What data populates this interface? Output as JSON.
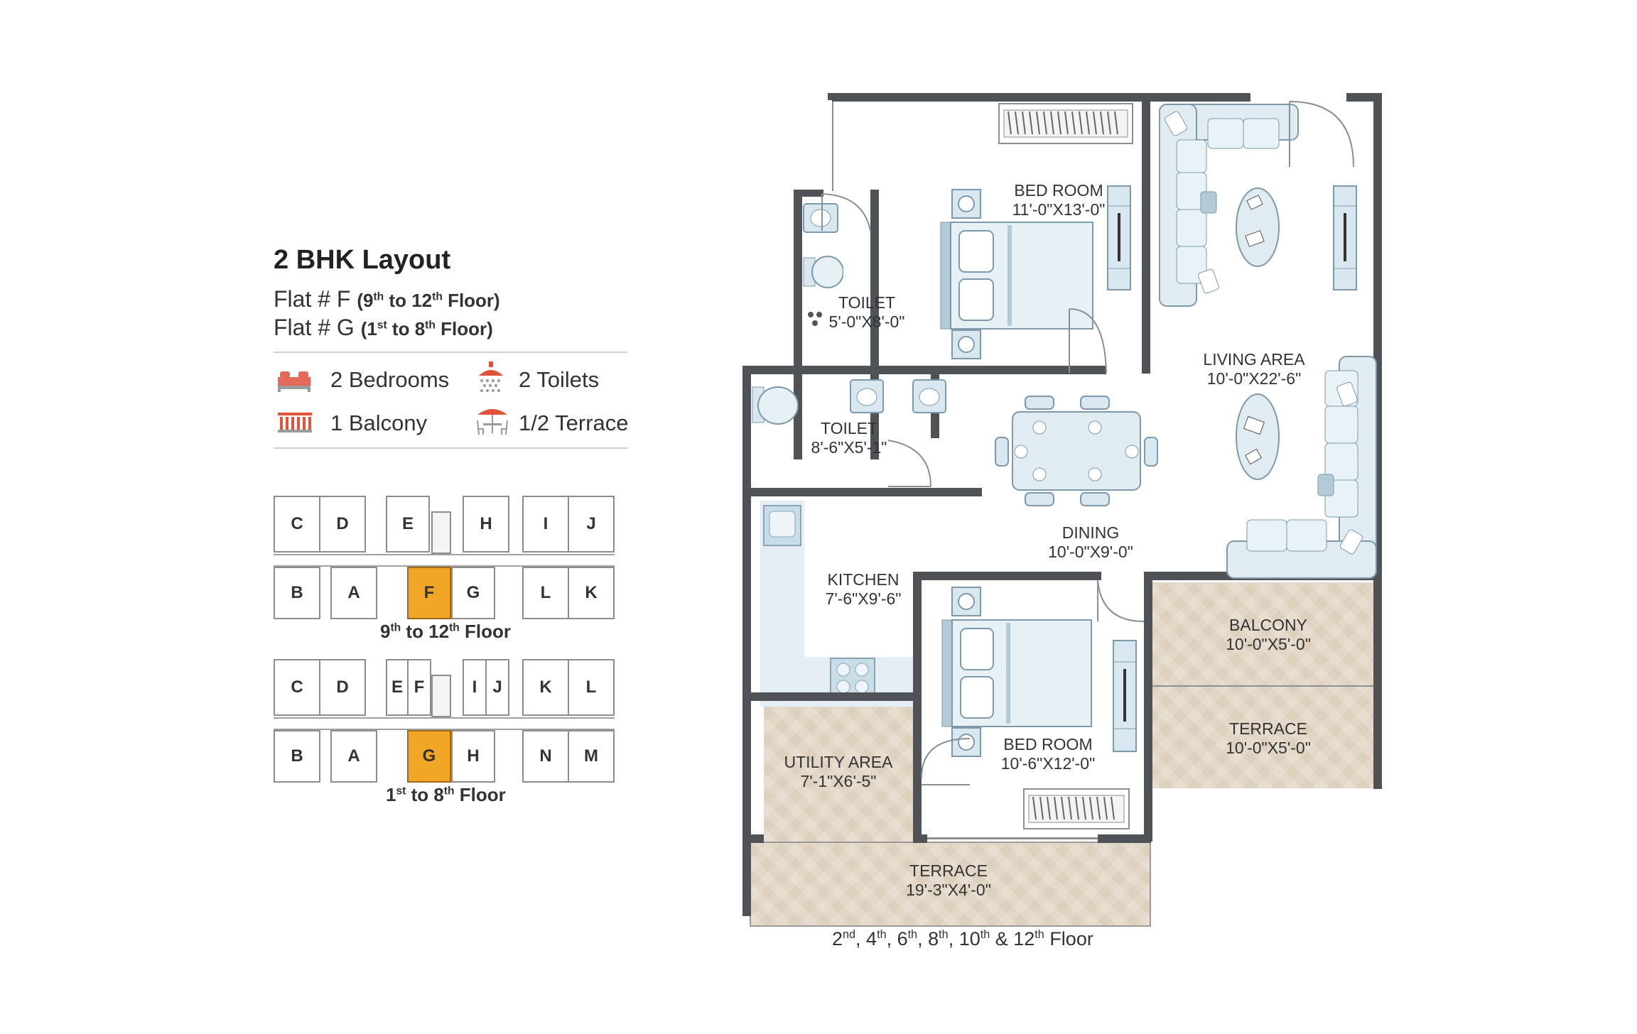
{
  "header": {
    "title": "2 BHK Layout",
    "flat_f_prefix": "Flat # F",
    "flat_f_floor_a": "(9",
    "flat_f_sup_a": "th",
    "flat_f_floor_b": " to 12",
    "flat_f_sup_b": "th",
    "flat_f_floor_c": " Floor)",
    "flat_g_prefix": "Flat # G",
    "flat_g_floor_a": "(1",
    "flat_g_sup_a": "st",
    "flat_g_floor_b": " to 8",
    "flat_g_sup_b": "th",
    "flat_g_floor_c": " Floor)"
  },
  "features": {
    "bedrooms": "2 Bedrooms",
    "toilets": "2 Toilets",
    "balcony": "1 Balcony",
    "terrace": "1/2 Terrace"
  },
  "keyplan_upper": {
    "top_units": [
      "C",
      "D",
      "E",
      "H",
      "I",
      "J"
    ],
    "bottom_units": [
      "B",
      "A",
      "F",
      "G",
      "L",
      "K"
    ],
    "highlight": "F",
    "caption_a": "9",
    "caption_sup_a": "th",
    "caption_b": " to 12",
    "caption_sup_b": "th",
    "caption_c": " Floor"
  },
  "keyplan_lower": {
    "top_units": [
      "C",
      "D",
      "E",
      "F",
      "I",
      "J",
      "K",
      "L"
    ],
    "bottom_units": [
      "B",
      "A",
      "G",
      "H",
      "N",
      "M"
    ],
    "highlight": "G",
    "caption_a": "1",
    "caption_sup_a": "st",
    "caption_b": " to 8",
    "caption_sup_b": "th",
    "caption_c": " Floor"
  },
  "rooms": {
    "bedroom1": {
      "name": "BED ROOM",
      "size": "11'-0\"X13'-0\""
    },
    "toilet1": {
      "name": "TOILET",
      "size": "5'-0\"X8'-0\""
    },
    "living": {
      "name": "LIVING AREA",
      "size": "10'-0\"X22'-6\""
    },
    "toilet2": {
      "name": "TOILET",
      "size": "8'-6\"X5'-1\""
    },
    "dining": {
      "name": "DINING",
      "size": "10'-0\"X9'-0\""
    },
    "kitchen": {
      "name": "KITCHEN",
      "size": "7'-6\"X9'-6\""
    },
    "bedroom2": {
      "name": "BED ROOM",
      "size": "10'-6\"X12'-0\""
    },
    "balcony": {
      "name": "BALCONY",
      "size": "10'-0\"X5'-0\""
    },
    "terrace_side": {
      "name": "TERRACE",
      "size": "10'-0\"X5'-0\""
    },
    "utility": {
      "name": "UTILITY AREA",
      "size": "7'-1\"X6'-5\""
    },
    "terrace_bottom": {
      "name": "TERRACE",
      "size": "19'-3\"X4'-0\""
    }
  },
  "floor_caption": {
    "p1": "2",
    "s1": "nd",
    "p2": ", 4",
    "s2": "th",
    "p3": ", 6",
    "s3": "th",
    "p4": ", 8",
    "s4": "th",
    "p5": ", 10",
    "s5": "th",
    "p6": " & 12",
    "s6": "th",
    "p7": " Floor"
  },
  "colors": {
    "highlight": "#f2a626",
    "wall": "#4f5256",
    "furniture": "#d9e8f0",
    "outdoor_tile": "#ddd0bd",
    "accent_red": "#e0533a"
  }
}
